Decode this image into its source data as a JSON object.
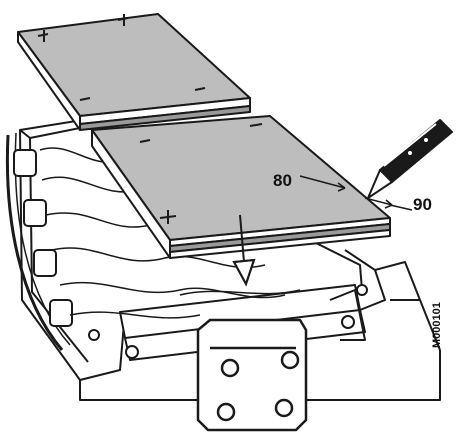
{
  "figure": {
    "dimension_left": "80",
    "dimension_right": "90",
    "reference_code": "M000101"
  },
  "colors": {
    "line": "#1a1a1a",
    "sheet_fill": "#bdbdbd",
    "sheet_edge": "#8a8a8a",
    "background": "#ffffff"
  }
}
